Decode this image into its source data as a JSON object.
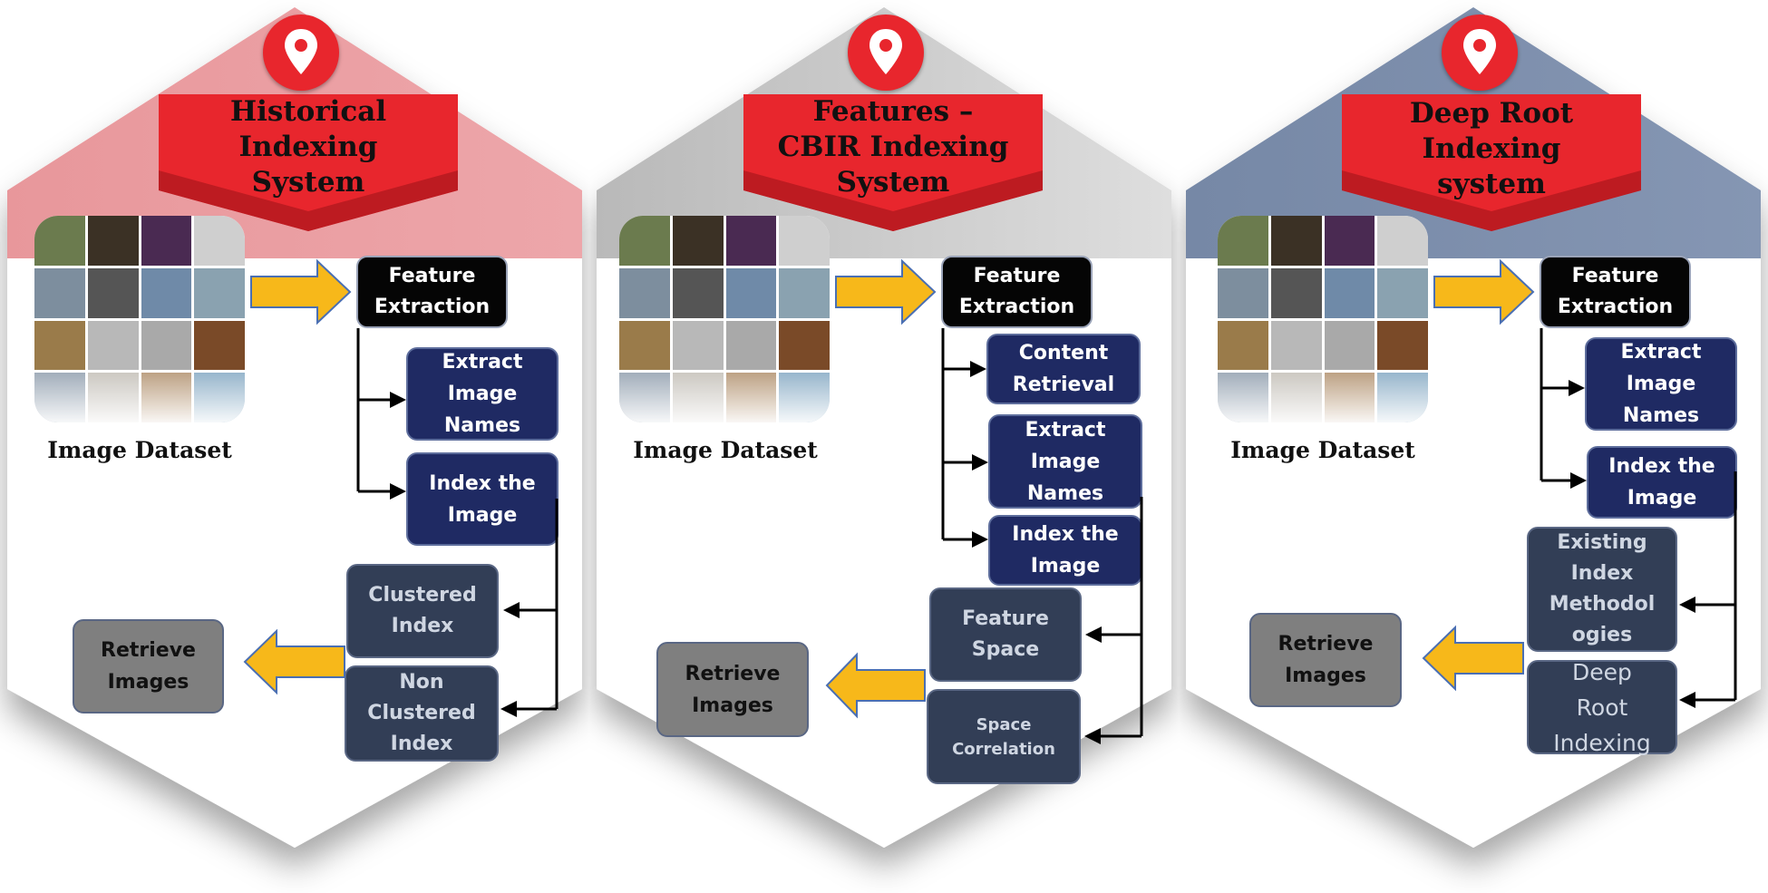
{
  "colors": {
    "panel_1_header": "#e8979b",
    "panel_2_header": "#c4c4c4",
    "panel_3_header": "#7f8fab",
    "banner_red": "#e8262d",
    "feature_box": "#050505",
    "step_box_navy": "#1f2a63",
    "output_box_slate": "#323e56",
    "retrieve_box_gray": "#7f7f7f",
    "arrow_yellow": "#f7b81a"
  },
  "icons": {
    "pin": "map-pin-icon",
    "flow_arrow": "yellow-block-arrow-icon"
  },
  "panels": [
    {
      "title_lines": [
        "Historical",
        "Indexing",
        "System"
      ],
      "dataset_label": "Image Dataset",
      "feature_box_lines": [
        "Feature",
        "Extraction"
      ],
      "steps": [
        {
          "lines": [
            "Extract",
            "Image",
            "Names"
          ]
        },
        {
          "lines": [
            "Index the",
            "Image"
          ]
        }
      ],
      "outputs": [
        {
          "lines": [
            "Clustered",
            "Index"
          ]
        },
        {
          "lines": [
            "Non",
            "Clustered",
            "Index"
          ]
        }
      ],
      "retrieve_lines": [
        "Retrieve",
        "Images"
      ]
    },
    {
      "title_lines": [
        "Features –",
        "CBIR Indexing",
        "System"
      ],
      "dataset_label": "Image Dataset",
      "feature_box_lines": [
        "Feature",
        "Extraction"
      ],
      "steps": [
        {
          "lines": [
            "Content",
            "Retrieval"
          ]
        },
        {
          "lines": [
            "Extract",
            "Image",
            "Names"
          ]
        },
        {
          "lines": [
            "Index the",
            "Image"
          ]
        }
      ],
      "outputs": [
        {
          "lines": [
            "Feature",
            "Space"
          ]
        },
        {
          "lines": [
            "Space",
            "Correlation"
          ]
        }
      ],
      "retrieve_lines": [
        "Retrieve",
        "Images"
      ]
    },
    {
      "title_lines": [
        "Deep Root",
        "Indexing",
        "system"
      ],
      "dataset_label": "Image Dataset",
      "feature_box_lines": [
        "Feature",
        "Extraction"
      ],
      "steps": [
        {
          "lines": [
            "Extract",
            "Image",
            "Names"
          ]
        },
        {
          "lines": [
            "Index the",
            "Image"
          ]
        }
      ],
      "outputs": [
        {
          "lines": [
            "Existing",
            "Index",
            "Methodol",
            "ogies"
          ]
        },
        {
          "lines": [
            "Deep",
            "Root",
            "Indexing"
          ]
        }
      ],
      "retrieve_lines": [
        "Retrieve",
        "Images"
      ]
    }
  ]
}
